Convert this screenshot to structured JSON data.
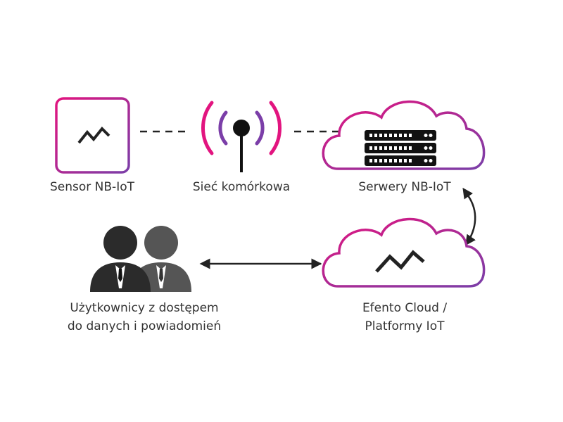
{
  "nodes": {
    "sensor": {
      "label": "Sensor NB-IoT"
    },
    "network": {
      "label": "Sieć komórkowa"
    },
    "servers": {
      "label": "Serwery NB-IoT"
    },
    "cloud": {
      "label_line1": "Efento Cloud /",
      "label_line2": "Platformy IoT"
    },
    "users": {
      "label_line1": "Użytkownicy z dostępem",
      "label_line2": "do danych i powiadomień"
    }
  },
  "colors": {
    "gradient_start": "#e2147f",
    "gradient_end": "#7b3ea8",
    "icon_dark": "#222222",
    "person_front": "#2b2b2b",
    "person_back": "#555555",
    "text": "#333333"
  },
  "icons": {
    "sensor": "waveform-icon",
    "network": "antenna-icon",
    "servers": "server-rack-icon",
    "cloud": "cloud-icon",
    "users": "users-icon"
  }
}
